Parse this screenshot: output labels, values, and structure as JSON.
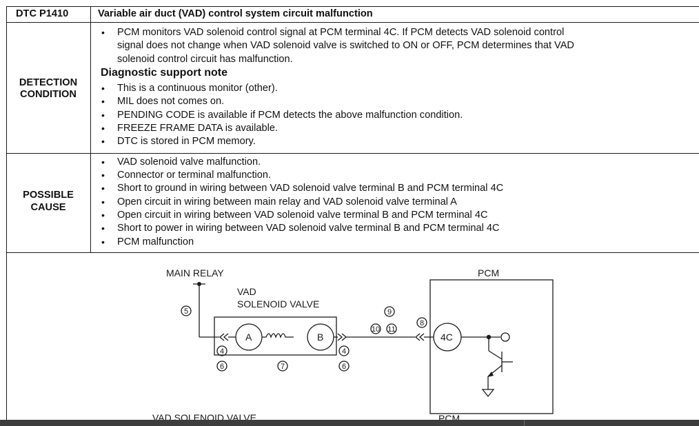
{
  "header": {
    "code": "DTC P1410",
    "title": "Variable air duct (VAD) control system circuit malfunction"
  },
  "detection": {
    "label_line1": "DETECTION",
    "label_line2": "CONDITION",
    "para_line1": "PCM monitors VAD solenoid control signal at PCM terminal 4C. If PCM detects VAD solenoid control",
    "para_line2": "signal does not change when VAD solenoid valve is switched to ON or OFF, PCM determines that VAD",
    "para_line3": "solenoid control circuit has malfunction.",
    "note_heading": "Diagnostic support note",
    "notes": [
      "This is a continuous monitor (other).",
      "MIL does not comes on.",
      "PENDING CODE is available if PCM detects the above malfunction condition.",
      "FREEZE FRAME DATA is available.",
      "DTC is stored in PCM memory."
    ]
  },
  "possible_cause": {
    "label_line1": "POSSIBLE",
    "label_line2": "CAUSE",
    "items": [
      "VAD solenoid valve malfunction.",
      "Connector or terminal malfunction.",
      "Short to ground in wiring between VAD solenoid valve terminal B and PCM terminal 4C",
      "Open circuit in wiring between main relay and VAD solenoid valve terminal A",
      "Open circuit in wiring between VAD solenoid valve terminal B and PCM terminal 4C",
      "Short to power in wiring between VAD solenoid valve terminal B and PCM terminal 4C",
      "PCM malfunction"
    ]
  },
  "diagram": {
    "main_relay": "MAIN RELAY",
    "vad_line1": "VAD",
    "vad_line2": "SOLENOID VALVE",
    "pcm_top": "PCM",
    "terminal_a": "A",
    "terminal_b": "B",
    "terminal_4c": "4C",
    "callout_5": "5",
    "callout_4_left": "4",
    "callout_6_left": "6",
    "callout_7": "7",
    "callout_4_right": "4",
    "callout_6_right": "6",
    "callout_9": "9",
    "callout_10": "10",
    "callout_11": "11",
    "callout_8": "8",
    "caption_left": "VAD SOLENOID VALVE",
    "caption_right": "PCM"
  },
  "colors": {
    "ink": "#1a1a1a",
    "bottom_bar": "#3d3d3d"
  }
}
